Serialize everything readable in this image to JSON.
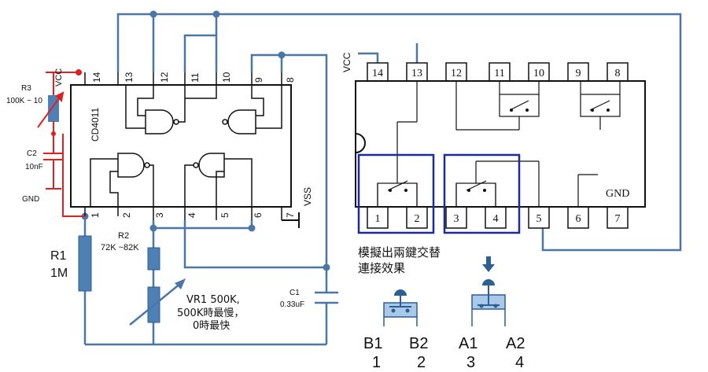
{
  "ic_left": {
    "part": "CD4011",
    "vss": "VSS",
    "pins_top": [
      "14",
      "13",
      "12",
      "11",
      "10",
      "9",
      "8"
    ],
    "pins_bottom": [
      "1",
      "2",
      "3",
      "4",
      "5",
      "6",
      "7"
    ]
  },
  "ic_right": {
    "gnd": "GND",
    "pins_top": [
      "14",
      "13",
      "12",
      "11",
      "10",
      "9",
      "8"
    ],
    "pins_bottom": [
      "1",
      "2",
      "3",
      "4",
      "5",
      "6",
      "7"
    ]
  },
  "labels": {
    "vcc_left": "VCC",
    "vcc_right": "VCC",
    "r3_name": "R3",
    "r3_value": "100K ~ 10",
    "c2_name": "C2",
    "c2_value": "10nF",
    "gnd": "GND",
    "r1_name": "R1",
    "r1_value": "1M",
    "r2_name": "R2",
    "r2_value": "72K ~82K",
    "vr1_line1": "VR1 500K,",
    "vr1_line2": "500K時最慢，",
    "vr1_line3": "0時最快",
    "c1_name": "C1",
    "c1_value": "0.33uF",
    "note_line1": "模擬出兩鍵交替",
    "note_line2": "連接效果"
  },
  "buttons": {
    "b1": "B1",
    "b1_num": "1",
    "b2": "B2",
    "b2_num": "2",
    "a1": "A1",
    "a1_num": "3",
    "a2": "A2",
    "a2_num": "4"
  },
  "colors": {
    "wire": "#4a77a8",
    "ic_outline": "#111111",
    "trim_circuit": "#e02020",
    "highlight_box": "#1a2c9a",
    "component_fill": "#4e7fb5",
    "button_fill": "#aac8e8"
  }
}
